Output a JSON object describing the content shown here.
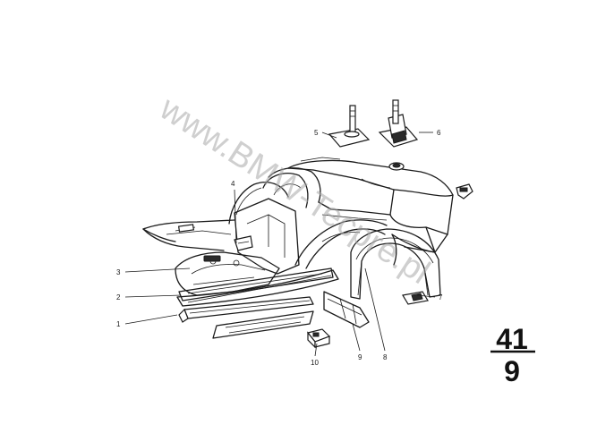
{
  "watermark": "www.BMW-Tecpre.pl",
  "page_ref": {
    "group": "41",
    "sheet": "9"
  },
  "callouts": {
    "c1": "1",
    "c2": "2",
    "c3": "3",
    "c4": "4",
    "c5": "5",
    "c6": "6",
    "c7": "7",
    "c8": "8",
    "c9": "9",
    "c10": "10"
  }
}
